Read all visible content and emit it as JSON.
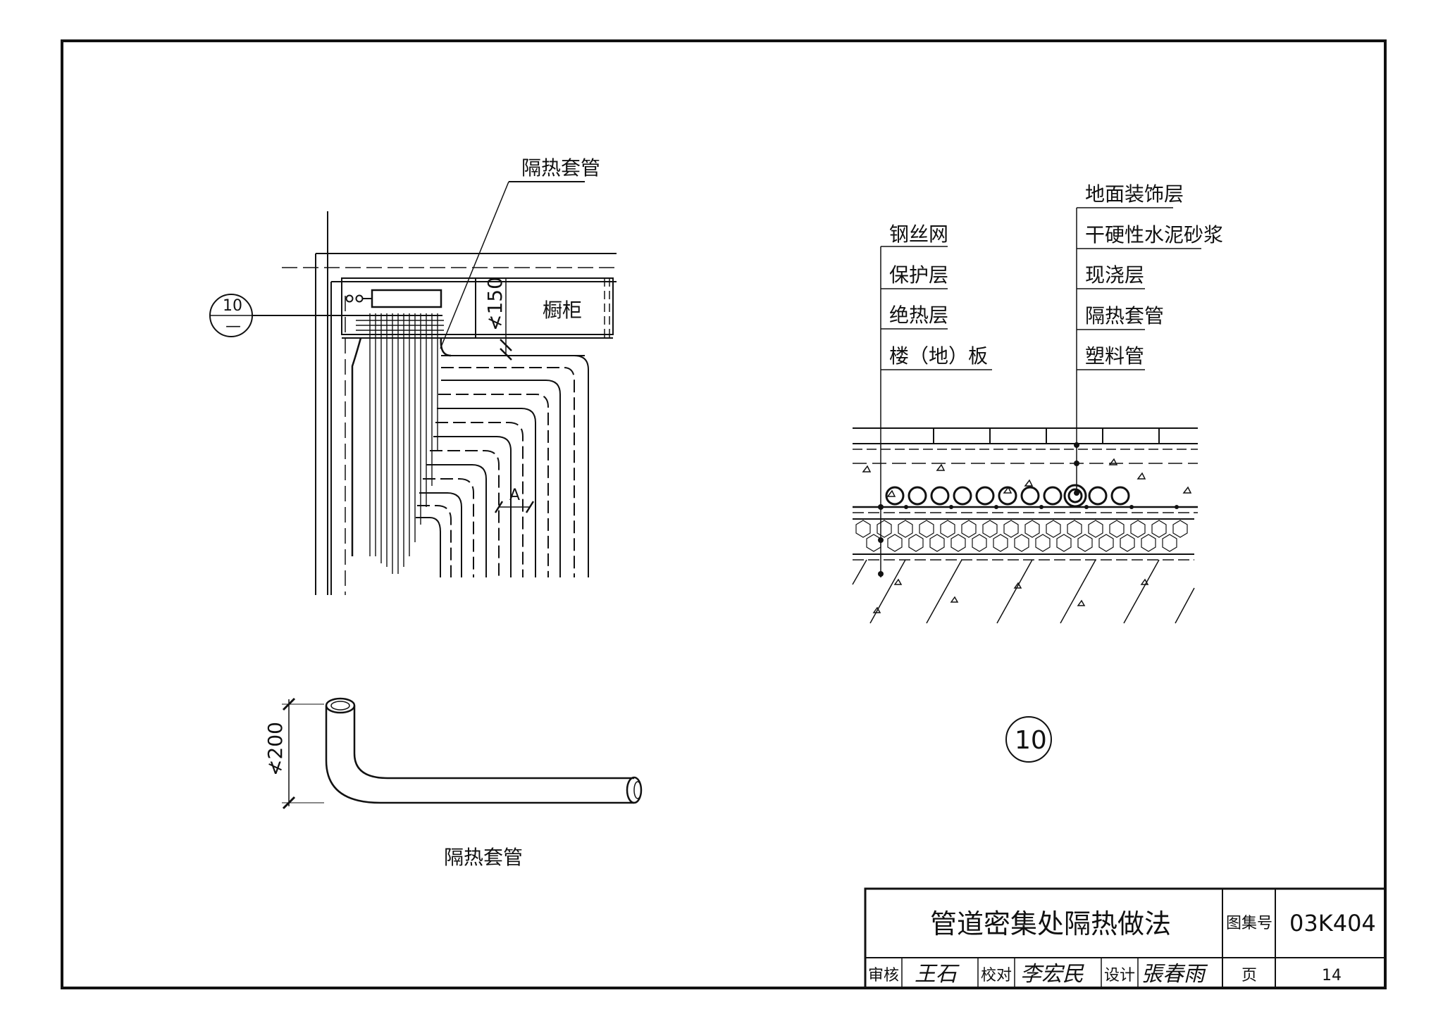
{
  "plan_view": {
    "sleeve_callout": "隔热套管",
    "cabinet_label": "橱柜",
    "dim_cabinet": "≮150",
    "dim_spacing": "A",
    "detail_ref_top": "10",
    "detail_ref_bottom": "—"
  },
  "sleeve_view": {
    "dim_height": "≮200",
    "caption": "隔热套管"
  },
  "section_view": {
    "left_labels": [
      "钢丝网",
      "保护层",
      "绝热层",
      "楼（地）板"
    ],
    "right_labels": [
      "地面装饰层",
      "干硬性水泥砂浆",
      "现浇层",
      "隔热套管",
      "塑料管"
    ],
    "detail_number": "10"
  },
  "title_block": {
    "title": "管道密集处隔热做法",
    "atlas_label": "图集号",
    "atlas_no": "03K404",
    "review_label": "审核",
    "review_sig": "王石",
    "check_label": "校对",
    "check_sig": "李宏民",
    "design_label": "设计",
    "design_sig": "張春雨",
    "page_label": "页",
    "page_no": "14"
  }
}
